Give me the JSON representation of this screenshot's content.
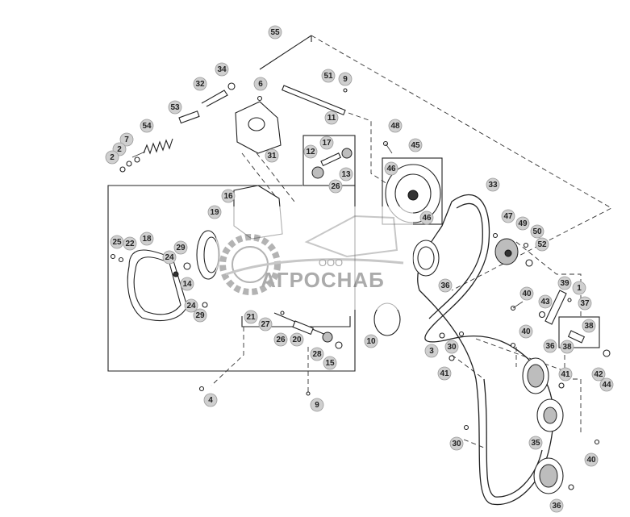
{
  "watermark": {
    "prefix": "ООО",
    "name": "АГРОСНАБ"
  },
  "callouts": [
    "55",
    "34",
    "32",
    "6",
    "51",
    "9",
    "53",
    "54",
    "7",
    "2",
    "2",
    "11",
    "31",
    "17",
    "12",
    "13",
    "26",
    "48",
    "45",
    "46",
    "33",
    "46",
    "16",
    "19",
    "47",
    "49",
    "50",
    "52",
    "25",
    "22",
    "18",
    "29",
    "24",
    "14",
    "36",
    "40",
    "39",
    "1",
    "43",
    "37",
    "24",
    "29",
    "40",
    "38",
    "38",
    "21",
    "27",
    "26",
    "20",
    "28",
    "15",
    "4",
    "9",
    "3",
    "30",
    "10",
    "36",
    "41",
    "42",
    "44",
    "41",
    "35",
    "30",
    "40",
    "36"
  ]
}
